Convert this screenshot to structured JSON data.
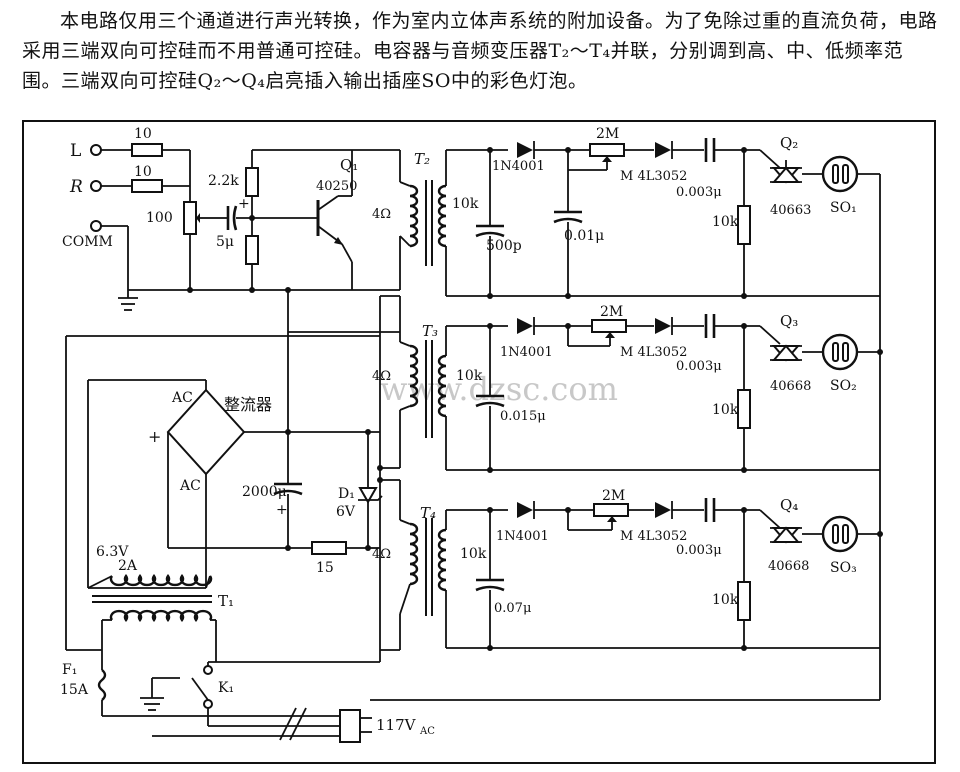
{
  "description": "本电路仅用三个通道进行声光转换，作为室内立体声系统的附加设备。为了免除过重的直流负荷，电路采用三端双向可控硅而不用普通可控硅。电容器与音频变压器T₂～T₄并联，分别调到高、中、低频率范围。三端双向可控硅Q₂～Q₄启亮插入输出插座SO中的彩色灯泡。",
  "inputs": {
    "left": "L",
    "right": "R",
    "common": "COMM"
  },
  "input_stage": {
    "r_left": "10",
    "r_right": "10",
    "pot": "100",
    "r_bias": "2.2k",
    "cap": "5μ",
    "plus": "+",
    "transistor_name": "Q₁",
    "transistor_part": "40250"
  },
  "rectifier": {
    "label": "整流器",
    "ac_top": "AC",
    "ac_bottom": "AC",
    "plus": "+",
    "filter_cap": "2000μ",
    "cap_plus": "+",
    "zener_name": "D₁",
    "zener_value": "6V",
    "r_series": "15"
  },
  "transformer_t1": {
    "name": "T₁",
    "secondary_voltage": "6.3V",
    "secondary_current": "2A"
  },
  "power": {
    "fuse_name": "F₁",
    "fuse_rating": "15A",
    "switch_name": "K₁",
    "mains": "117V",
    "mains_sub": "AC"
  },
  "channels": [
    {
      "transformer": "T₂",
      "primary_ohms": "4Ω",
      "secondary_r": "10k",
      "tune_cap": "500p",
      "diode1": "1N4001",
      "pot": "2M",
      "diode2": "M 4L3052",
      "coupling_cap": "0.003μ",
      "filter_cap": "0.01μ",
      "gate_r": "10k",
      "triac": "Q₂",
      "triac_part": "40663",
      "socket": "SO₁"
    },
    {
      "transformer": "T₃",
      "primary_ohms": "4Ω",
      "secondary_r": "10k",
      "tune_cap": "0.015μ",
      "diode1": "1N4001",
      "pot": "2M",
      "diode2": "M 4L3052",
      "coupling_cap": "0.003μ",
      "filter_cap": "",
      "gate_r": "10k",
      "triac": "Q₃",
      "triac_part": "40668",
      "socket": "SO₂"
    },
    {
      "transformer": "T₄",
      "primary_ohms": "4Ω",
      "secondary_r": "10k",
      "tune_cap": "0.07μ",
      "diode1": "1N4001",
      "pot": "2M",
      "diode2": "M 4L3052",
      "coupling_cap": "0.003μ",
      "filter_cap": "",
      "gate_r": "10k",
      "triac": "Q₄",
      "triac_part": "40668",
      "socket": "SO₃"
    }
  ],
  "watermark": "www.dzsc.com"
}
